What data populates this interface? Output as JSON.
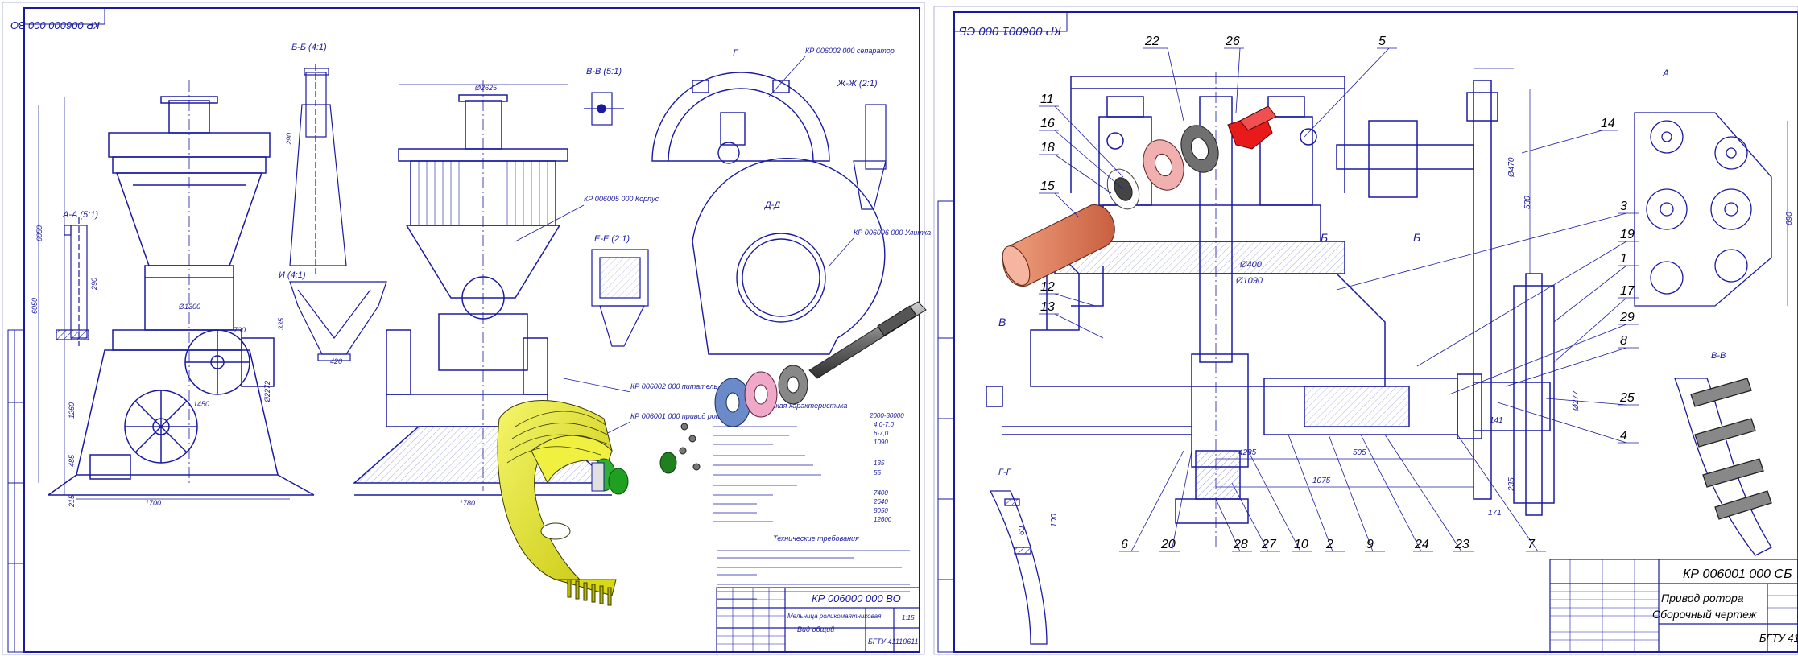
{
  "sheet_left": {
    "stamp_top": "КР 006000 000 ВО",
    "title_block": {
      "doc_code": "КР 006000 000 ВО",
      "name_line1": "Мельница роликомаятниковая",
      "name_line2": "Вид общий",
      "school": "БГТУ 41110611",
      "scale": "1:15"
    },
    "section_labels": [
      "Б-Б (4:1)",
      "В-В (5:1)",
      "Г",
      "Ж-Ж (2:1)",
      "А-А (5:1)",
      "И (4:1)",
      "Е-Е (2:1)",
      "Д-Д"
    ],
    "callouts": [
      "КР 006002 000 сепаратор",
      "КР 006005 000 Корпус",
      "КР 006006 000 Улитка",
      "КР 006002 000 питатель",
      "КР 006001 000 привод ротора"
    ],
    "spec_heading": "Техническая характеристика",
    "spec_values": [
      "2000-30000",
      "4,0-7,0",
      "6-7,0",
      "1090",
      "135",
      "55",
      "7400",
      "2640",
      "8050",
      "12600"
    ],
    "requirements_heading": "Технические требования",
    "dimensions": [
      "Ø2625",
      "Ø1300",
      "1450",
      "1260",
      "1700",
      "485",
      "215",
      "1780",
      "Ø2272",
      "6050",
      "290",
      "290",
      "420",
      "335",
      "730"
    ]
  },
  "sheet_right": {
    "stamp_top": "КР 006001 000 СБ",
    "title_block": {
      "doc_code": "КР 006001 000 СБ",
      "name_line1": "Привод ротора",
      "name_line2": "Сборочный чертеж",
      "school": "БГТУ 41"
    },
    "view_labels": [
      "А",
      "В-В",
      "Г-Г",
      "Б",
      "Б",
      "В"
    ],
    "dimensions": [
      "Ø400",
      "Ø1090",
      "Ø470",
      "530",
      "690",
      "Ø277",
      "4285",
      "505",
      "1075",
      "171",
      "235",
      "141",
      "60",
      "100"
    ],
    "part_numbers": [
      "22",
      "26",
      "5",
      "11",
      "16",
      "18",
      "15",
      "12",
      "13",
      "14",
      "3",
      "19",
      "1",
      "17",
      "29",
      "8",
      "25",
      "4",
      "7",
      "23",
      "24",
      "9",
      "2",
      "10",
      "27",
      "28",
      "20",
      "6"
    ]
  },
  "colors": {
    "line": "#1a1aa0",
    "dark": "#000000",
    "yellow": "#e8e81a",
    "pink": "#f0b0b0",
    "salmon": "#e89070",
    "red": "#e81a1a",
    "blue_part": "#6080c0",
    "green": "#20a020",
    "gray": "#808080"
  }
}
